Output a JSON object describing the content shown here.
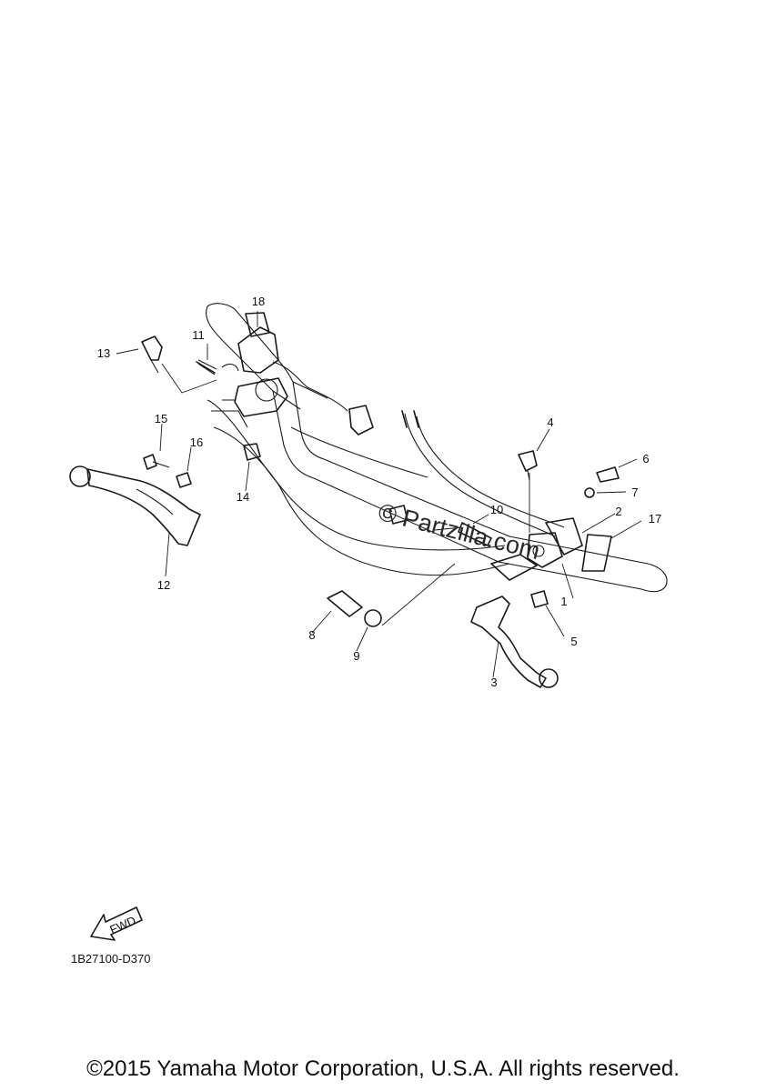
{
  "diagram": {
    "drawing_number": "1B27100-D370",
    "fwd_label": "FWD",
    "watermark": "© Partzilla.com",
    "copyright": "©2015 Yamaha Motor Corporation, U.S.A. All rights reserved.",
    "callouts": [
      "1",
      "2",
      "3",
      "4",
      "5",
      "6",
      "7",
      "8",
      "9",
      "10",
      "11",
      "12",
      "13",
      "14",
      "15",
      "16",
      "17",
      "18"
    ]
  }
}
